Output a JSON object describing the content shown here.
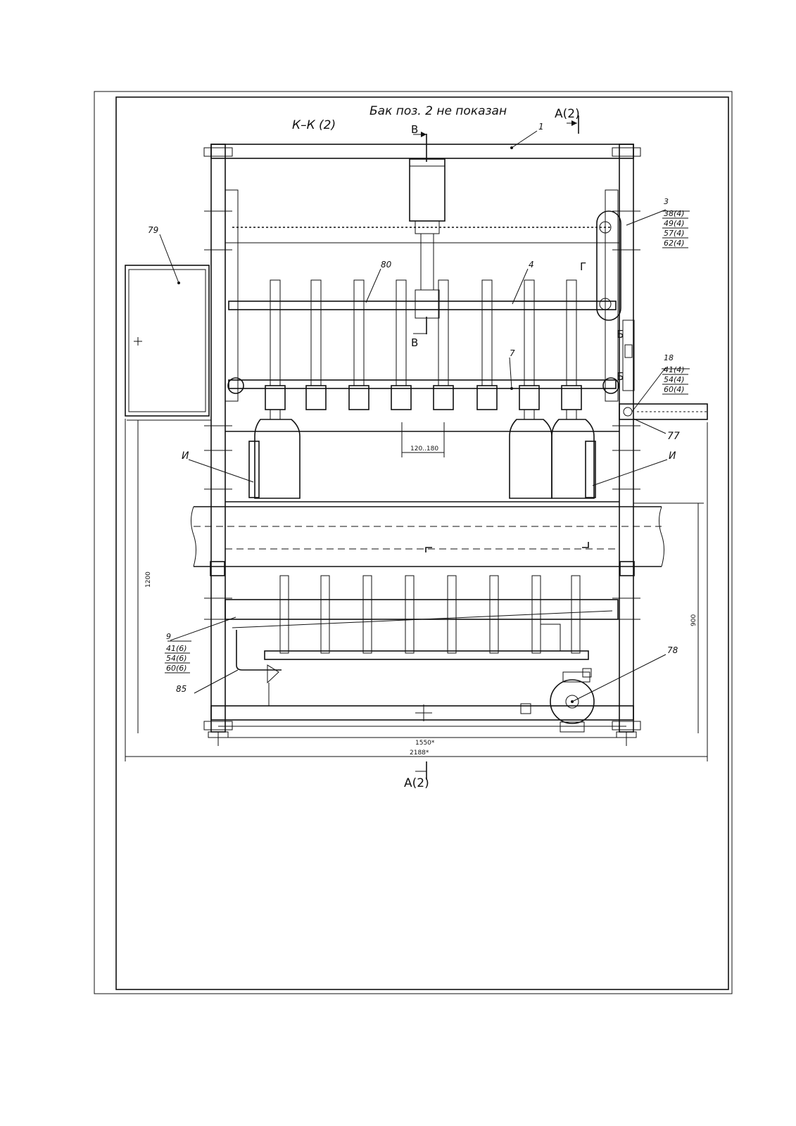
{
  "drawing": {
    "note": "Бак поз. 2 не показан",
    "section_label": "К–К (2)",
    "view_a_top": "А(2)",
    "view_a_bottom": "А(2)",
    "cut_b_top": "В",
    "cut_b_bottom": "В",
    "label_g": "Г",
    "label_b1": "Б",
    "label_b2": "Б",
    "label_i_left": "И",
    "label_i_right": "И"
  },
  "callouts": {
    "c1": "1",
    "c3": [
      "3",
      "38(4)",
      "49(4)",
      "57(4)",
      "62(4)"
    ],
    "c4": "4",
    "c7": "7",
    "c9": [
      "9",
      "41(6)",
      "54(6)",
      "60(6)"
    ],
    "c18": [
      "18",
      "41(4)",
      "54(4)",
      "60(4)"
    ],
    "c77": "77",
    "c78": "78",
    "c79": "79",
    "c80": "80",
    "c85": "85"
  },
  "dimensions": {
    "d_pitch": "120..180",
    "d_1200": "1200",
    "d_900": "900",
    "d_1550": "1550*",
    "d_2188": "2188*"
  }
}
